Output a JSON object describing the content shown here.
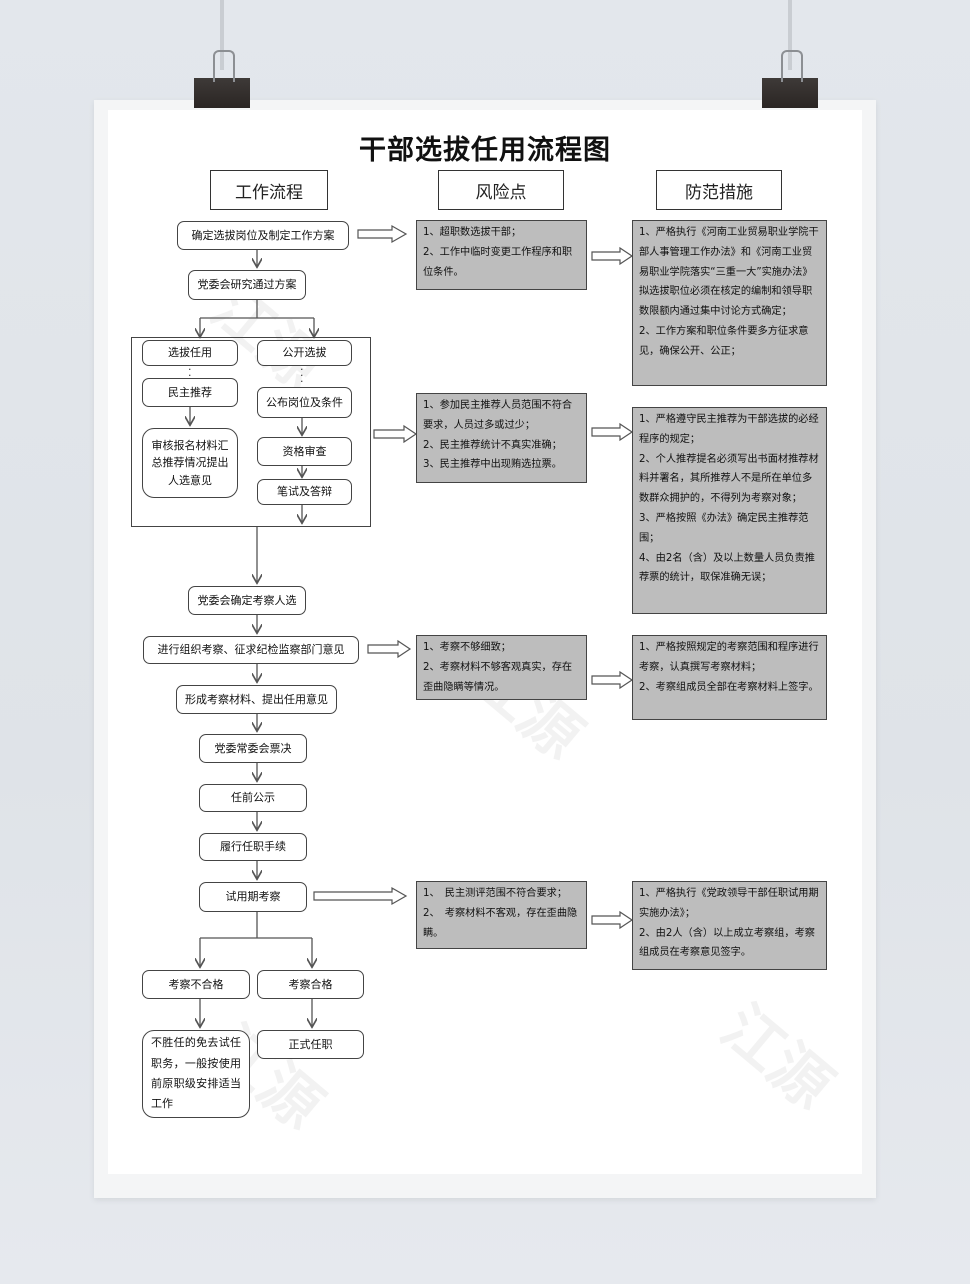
{
  "title": "干部选拔任用流程图",
  "headers": {
    "flow": "工作流程",
    "risk": "风险点",
    "measures": "防范措施"
  },
  "nodes": {
    "n1": "确定选拔岗位及制定工作方案",
    "n2": "党委会研究通过方案",
    "select": "选拔任用",
    "open": "公开选拔",
    "recommend": "民主推荐",
    "publish": "公布岗位及条件",
    "review": "审核报名材料汇总推荐情况提出人选意见",
    "qualify": "资格审查",
    "exam": "笔试及答辩",
    "confirm": "党委会确定考察人选",
    "inspect": "进行组织考察、征求纪检监察部门意见",
    "material": "形成考察材料、提出任用意见",
    "vote": "党委常委会票决",
    "publicity": "任前公示",
    "procedure": "履行任职手续",
    "probation": "试用期考察",
    "fail": "考察不合格",
    "pass": "考察合格",
    "fail_result": "不胜任的免去试任职务，一般按使用前原职级安排适当工作",
    "formal": "正式任职"
  },
  "risks": {
    "r1": [
      "1、超职数选拔干部；",
      "2、工作中临时变更工作程序和职位条件。"
    ],
    "r2": [
      "1、参加民主推荐人员范围不符合要求，人员过多或过少；",
      "2、民主推荐统计不真实准确；",
      "3、民主推荐中出现贿选拉票。"
    ],
    "r3": [
      "1、考察不够细致；",
      "2、考察材料不够客观真实，存在歪曲隐瞒等情况。"
    ],
    "r4": [
      "1、　民主测评范围不符合要求；",
      "2、　考察材料不客观，存在歪曲隐瞒。"
    ]
  },
  "measures": {
    "m1": [
      "1、严格执行《河南工业贸易职业学院干部人事管理工作办法》和《河南工业贸易职业学院落实“三重一大”实施办法》拟选拔职位必须在核定的编制和领导职数限额内通过集中讨论方式确定；",
      "2、工作方案和职位条件要多方征求意见，确保公开、公正；"
    ],
    "m2": [
      "1、严格遵守民主推荐为干部选拔的必经程序的规定；",
      "2、个人推荐提名必须写出书面材推荐材料并署名，其所推荐人不是所在单位多数群众拥护的，不得列为考察对象；",
      "3、严格按照《办法》确定民主推荐范围；",
      "4、由2名（含）及以上数量人员负责推荐票的统计，取保准确无误；"
    ],
    "m3": [
      "1、严格按照规定的考察范围和程序进行考察，认真撰写考察材料；",
      "2、考察组成员全部在考察材料上签字。"
    ],
    "m4": [
      "1、严格执行《党政领导干部任职试用期实施办法》；",
      "2、由2人（含）以上成立考察组，考察组成员在考察意见签字。"
    ]
  },
  "watermark": "江源"
}
